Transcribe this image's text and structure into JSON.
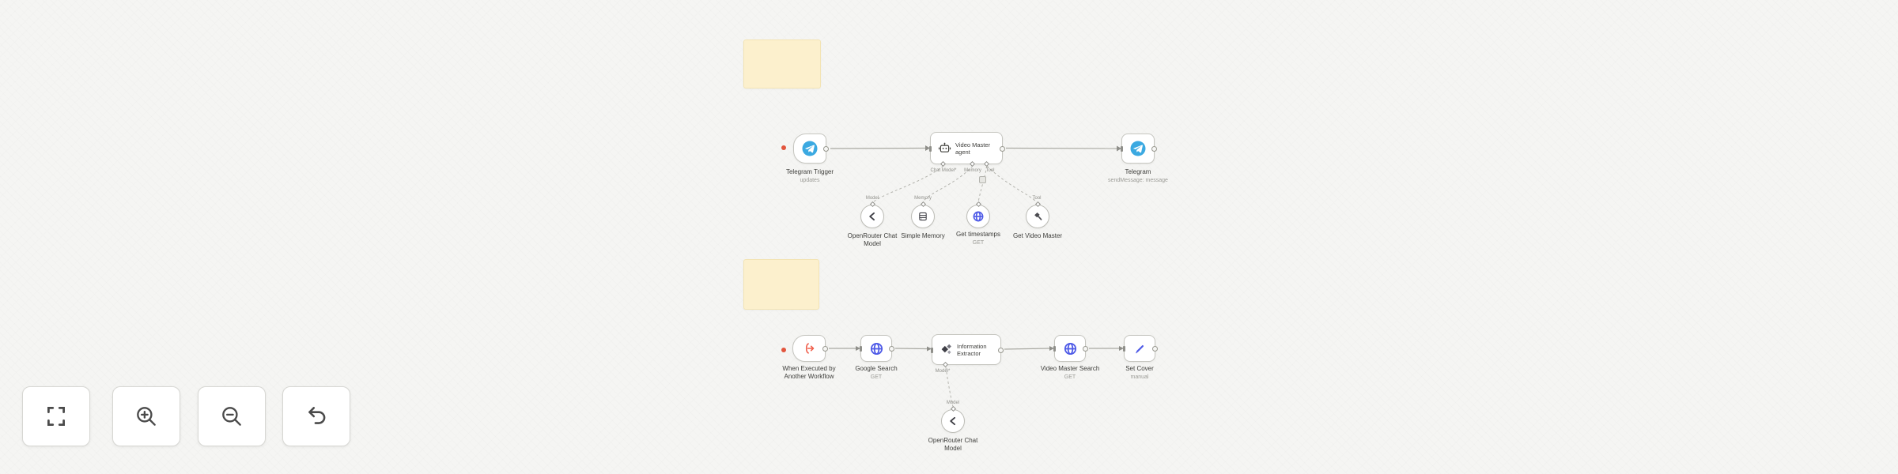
{
  "app": {
    "name": "workflow-canvas"
  },
  "colors": {
    "canvas_bg": "#f5f5f3",
    "sticky_yellow": "#fcf0cd",
    "telegram_blue": "#3ba9e1",
    "http_indigo": "#4f5be7",
    "trigger_orange": "#f0604d",
    "line_gray": "#a9a9a2",
    "error_red": "#e2553d"
  },
  "icons": {
    "fit_view": "corner-brackets",
    "zoom_in": "magnifier-plus",
    "zoom_out": "magnifier-minus",
    "undo": "curved-arrow-left",
    "telegram": "paper-plane-in-blue-circle",
    "agent": "robot-head",
    "openrouter": "left-chevron",
    "memory": "database-lines",
    "http_request": "indigo-globe",
    "workflow_tool": "hammer",
    "extractor": "diamond-sparkles",
    "set_fields": "indigo-pencil",
    "subworkflow_trigger": "orange-bracket-arrow"
  },
  "workflow1": {
    "sticky_note_text": "",
    "trigger": {
      "label": "Telegram Trigger",
      "subtitle": "updates"
    },
    "agent": {
      "title_line1": "Video Master",
      "title_line2": "agent",
      "output_chat_model": "Chat Model*",
      "output_memory": "Memory",
      "output_tool": "Tool"
    },
    "send": {
      "label": "Telegram",
      "subtitle": "sendMessage: message"
    },
    "tools": [
      {
        "label_line1": "OpenRouter Chat",
        "label_line2": "Model",
        "port_label": "Model"
      },
      {
        "label_line1": "Simple Memory",
        "label_line2": "",
        "port_label": "Memory"
      },
      {
        "label_line1": "Get timestamps",
        "subtitle": "GET",
        "port_label": ""
      },
      {
        "label_line1": "Get Video Master",
        "label_line2": "",
        "port_label": "Tool"
      }
    ]
  },
  "workflow2": {
    "sticky_note_text": "",
    "trigger": {
      "label_line1": "When Executed by",
      "label_line2": "Another Workflow"
    },
    "google_search": {
      "label": "Google Search",
      "subtitle": "GET"
    },
    "extractor": {
      "title_line1": "Information",
      "title_line2": "Extractor",
      "output_label": "Model*",
      "port_label": "Model"
    },
    "master_search": {
      "label": "Video Master Search",
      "subtitle": "GET"
    },
    "set_node": {
      "label": "Set Cover",
      "subtitle": "manual"
    },
    "model_tool": {
      "label_line1": "OpenRouter Chat",
      "label_line2": "Model"
    }
  }
}
